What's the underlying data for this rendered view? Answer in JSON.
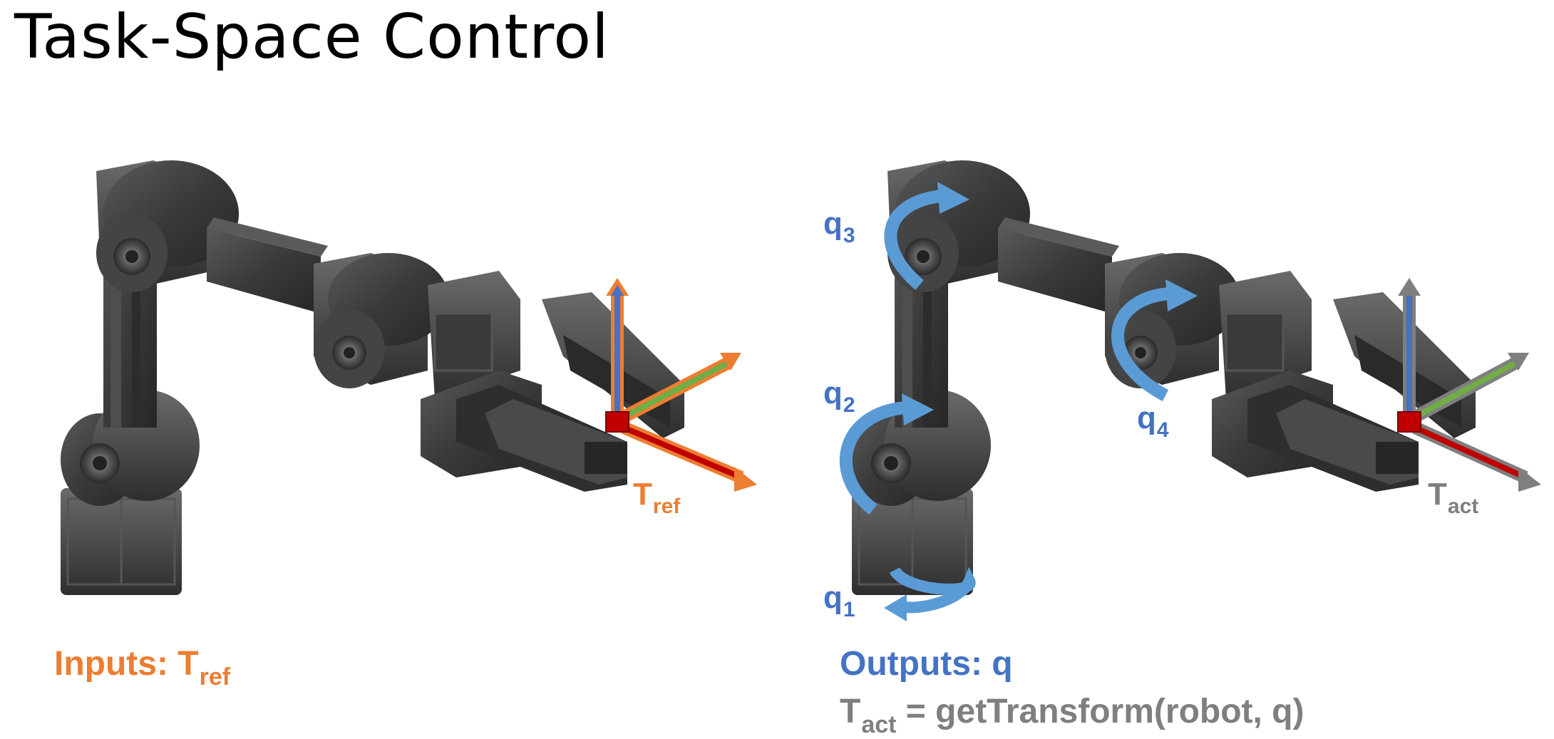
{
  "title": "Task-Space Control",
  "left_panel": {
    "frame_label": "T",
    "frame_sub": "ref",
    "inputs_prefix": "Inputs: T",
    "inputs_sub": "ref"
  },
  "right_panel": {
    "joints": [
      {
        "base": "q",
        "sub": "1"
      },
      {
        "base": "q",
        "sub": "2"
      },
      {
        "base": "q",
        "sub": "3"
      },
      {
        "base": "q",
        "sub": "4"
      }
    ],
    "frame_label": "T",
    "frame_sub": "act",
    "outputs_text": "Outputs: q",
    "eq_prefix": "T",
    "eq_sub": "act",
    "eq_rest": " = getTransform(robot, q)"
  },
  "colors": {
    "orange": "#ed7d31",
    "blue": "#4472c4",
    "gray": "#7f7f7f",
    "x_axis": "#c00000",
    "y_axis": "#70ad47",
    "z_axis": "#4472c4",
    "robot": "#3f3f3f"
  }
}
